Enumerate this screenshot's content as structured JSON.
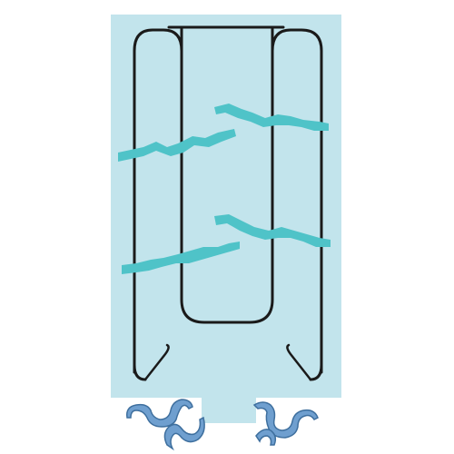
{
  "colors": {
    "background": "#ffffff",
    "panel_fill": "#c2e4ec",
    "outline": "#1a1a1a",
    "strip_fill": "#4fc3c8",
    "seaweed_fill": "#6f9fcf",
    "seaweed_outline": "#3e6f9e"
  },
  "counts": {
    "wavy_strips": 4,
    "hooks": 2,
    "seaweed_clusters": 2
  },
  "icons": {
    "hook": "hook-icon",
    "seaweed": "seaweed-icon"
  }
}
